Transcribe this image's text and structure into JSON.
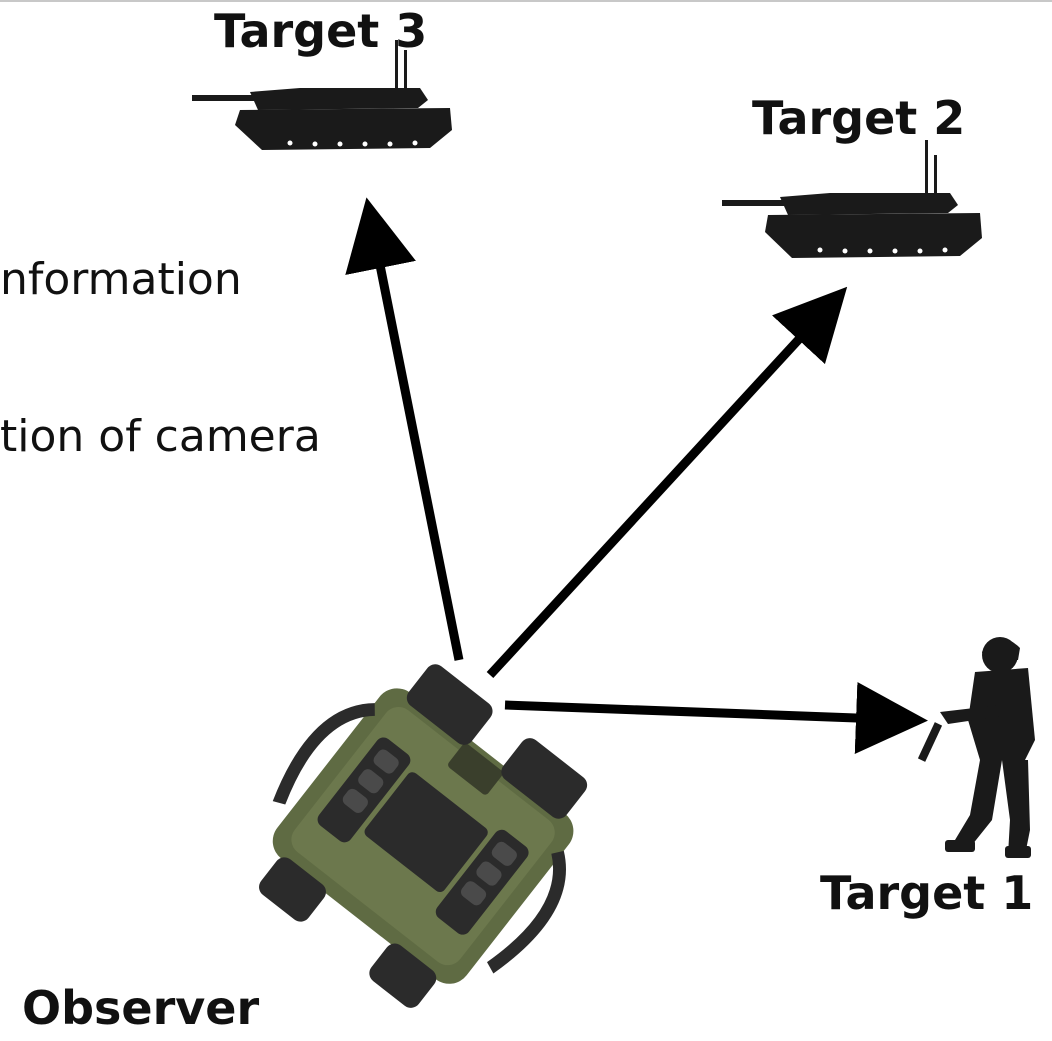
{
  "labels": {
    "target3": "Target 3",
    "target2": "Target 2",
    "target1": "Target 1",
    "observer": "Observer"
  },
  "text_fragments": {
    "line1": "nformation",
    "line2": "tion of camera"
  },
  "icons": {
    "target3": "tank-silhouette-icon",
    "target2": "tank-silhouette-icon",
    "target1": "soldier-silhouette-icon",
    "observer": "thermal-binocular-camera-icon"
  },
  "colors": {
    "arrow": "#000000",
    "silhouette": "#1a1a1a",
    "device_body": "#5f6b43",
    "device_dark": "#2b2b2b"
  }
}
